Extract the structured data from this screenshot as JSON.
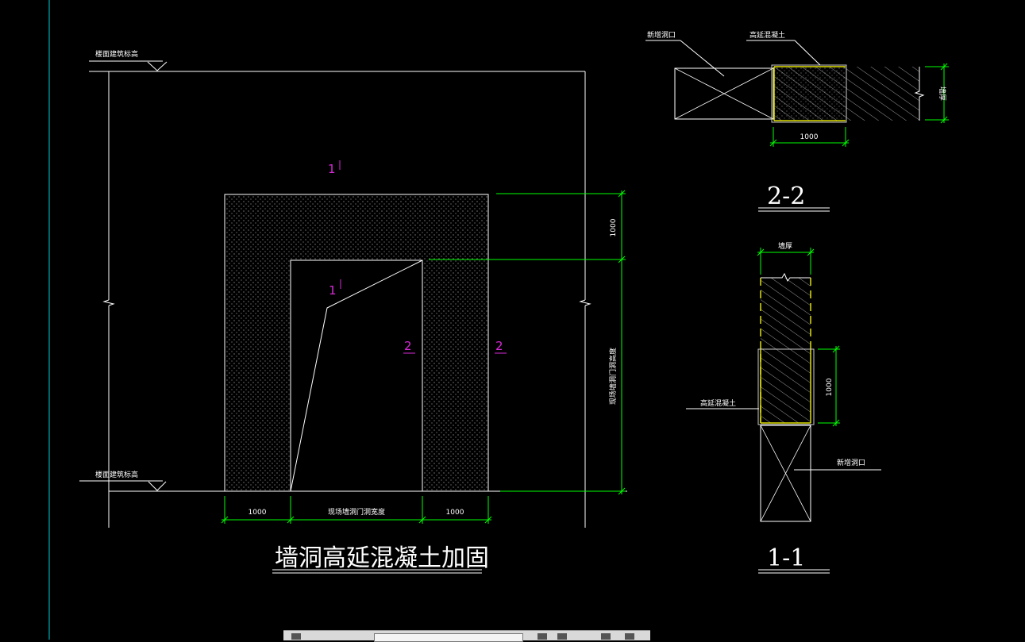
{
  "elevation": {
    "top_level_label": "楼面建筑标高",
    "bottom_level_label": "楼面建筑标高",
    "dim_left": "1000",
    "dim_mid": "现场墙洞门洞宽度",
    "dim_right": "1000",
    "dim_top_right": "1000",
    "dim_right_vertical": "现场墙洞门洞高度",
    "section_mark_1_top": "1",
    "section_mark_1_inner": "1",
    "section_mark_2_left": "2",
    "section_mark_2_right": "2",
    "title": "墙洞高延混凝土加固"
  },
  "section_2_2": {
    "label_new_opening": "新增洞口",
    "label_concrete": "高延混凝土",
    "dim_bottom": "1000",
    "dim_side": "墙厚",
    "title": "2-2"
  },
  "section_1_1": {
    "dim_top": "墙厚",
    "dim_side": "1000",
    "label_concrete": "高延混凝土",
    "label_new_opening": "新增洞口",
    "title": "1-1"
  },
  "colors": {
    "background": "#000000",
    "line": "#ffffff",
    "dimension": "#00ff00",
    "section_mark": "#d62ad6",
    "concrete_edge": "#e0e000",
    "axis": "#00c8d8"
  }
}
